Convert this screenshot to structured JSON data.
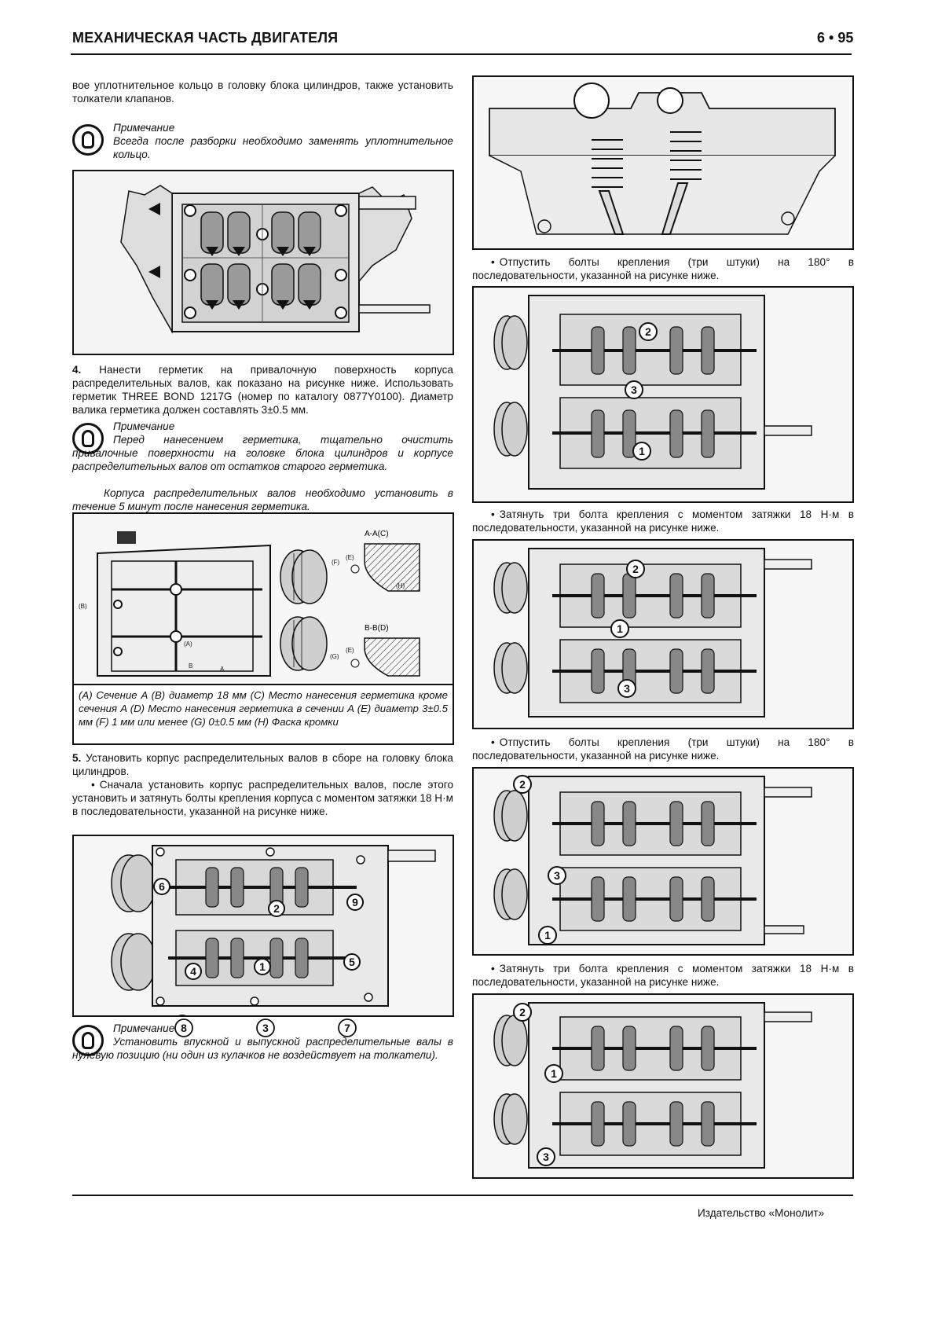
{
  "header": {
    "title": "МЕХАНИЧЕСКАЯ ЧАСТЬ ДВИГАТЕЛЯ",
    "page": "6 • 95"
  },
  "left": {
    "intro": "вое уплотнительное кольцо в головку блока цилиндров, также установить толкатели клапанов.",
    "note1": {
      "title": "Примечание",
      "text": "Всегда после разборки необходимо заменять уплотнительное кольцо."
    },
    "step4": {
      "num": "4.",
      "text": "Нанести герметик на привалочную поверхность корпуса распределительных валов, как показано на рисунке ниже. Использовать герметик THREE BOND 1217G (номер по каталогу 0877Y0100). Диаметр валика герметика должен составлять 3±0.5 мм."
    },
    "note2": {
      "title": "Примечание",
      "text1": "Перед нанесением герметика, тщательно очистить привалочные поверхности на головке блока цилиндров и корпусе распределительных валов от остатков старого герметика.",
      "text2": "Корпуса распределительных валов необходимо установить в течение 5 минут после нанесения герметика."
    },
    "fig2": {
      "sectionA": "A-A(C)",
      "sectionB": "B-B(D)",
      "labels": [
        "(A)",
        "(B)",
        "(F)",
        "(E)",
        "(H)",
        "(G)",
        "(E)",
        "B",
        "A"
      ],
      "caption": "(A) Сечение A (B) диаметр 18 мм (C) Место нанесения герметика кроме сечения A (D) Место нанесения герметика в сечении A (E) диаметр 3±0.5 мм (F) 1 мм или менее (G) 0±0.5 мм (H) Фаска кромки"
    },
    "step5": {
      "num": "5.",
      "text": "Установить корпус распределительных валов в сборе на головку блока цилиндров.",
      "bullet": "Сначала установить корпус распределительных валов, после этого установить и затянуть болты крепления корпуса с моментом затяжки 18 Н·м в последовательности, указанной на рисунке ниже."
    },
    "fig3": {
      "numbers": [
        "6",
        "2",
        "9",
        "5",
        "1",
        "4",
        "8",
        "3",
        "7"
      ]
    },
    "note3": {
      "title": "Примечание",
      "text": "Установить впускной и выпускной распределительные валы в нулевую позицию (ни один из кулачков не воздействует на толкатели)."
    }
  },
  "right": {
    "bullet1": "Отпустить болты крепления (три штуки) на 180° в последовательности, указанной на рисунке ниже.",
    "bullet2": "Затянуть три болта крепления с моментом затяжки 18 Н·м в последовательности, указанной на рисунке ниже.",
    "bullet3": "Отпустить болты крепления (три штуки) на 180° в последовательности, указанной на рисунке ниже.",
    "bullet4": "Затянуть три болта крепления с моментом затяжки 18 Н·м в последовательности, указанной на рисунке ниже.",
    "figA_numbers": [
      "2",
      "3",
      "1"
    ],
    "figB_numbers": [
      "2",
      "1",
      "3"
    ],
    "figC_numbers": [
      "2",
      "3",
      "1"
    ],
    "figD_numbers": [
      "2",
      "1",
      "3"
    ]
  },
  "footer": {
    "publisher": "Издательство «Монолит»"
  }
}
